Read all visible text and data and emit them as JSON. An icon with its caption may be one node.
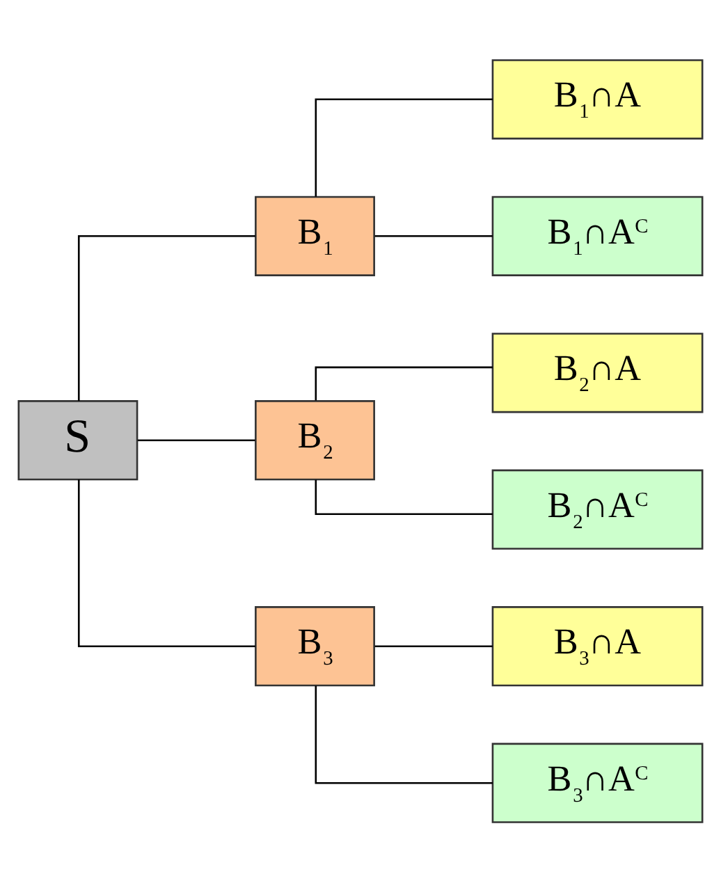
{
  "diagram": {
    "nodes": [
      {
        "text": [
          "S"
        ]
      },
      {
        "text": [
          "B$_{1}$"
        ]
      },
      {
        "text": [
          "B$_{2}$"
        ]
      },
      {
        "text": [
          "B$_{3}$"
        ]
      },
      {
        "text": [
          "B$_{1}$∩A"
        ]
      },
      {
        "text": [
          "B$_{1}$∩A$^{C}$"
        ]
      },
      {
        "text": [
          "B$_{2}$∩A"
        ]
      },
      {
        "text": [
          "B$_{2}$∩A$^{C}$"
        ]
      },
      {
        "text": [
          "B$_{3}$∩A"
        ]
      },
      {
        "text": [
          "B$_{3}$∩A$^{C}$"
        ]
      }
    ],
    "edges": [
      {
        "from": 0,
        "to": 1,
        "arrow": "none"
      },
      {
        "from": 0,
        "to": 2,
        "arrow": "none"
      },
      {
        "from": 0,
        "to": 3,
        "arrow": "none"
      },
      {
        "from": 1,
        "to": 4,
        "arrow": "none"
      },
      {
        "from": 1,
        "to": 5,
        "arrow": "none"
      },
      {
        "from": 2,
        "to": 6,
        "arrow": "none"
      },
      {
        "from": 2,
        "to": 7,
        "arrow": "none"
      },
      {
        "from": 3,
        "to": 8,
        "arrow": "none"
      },
      {
        "from": 3,
        "to": 9,
        "arrow": "none"
      }
    ]
  }
}
